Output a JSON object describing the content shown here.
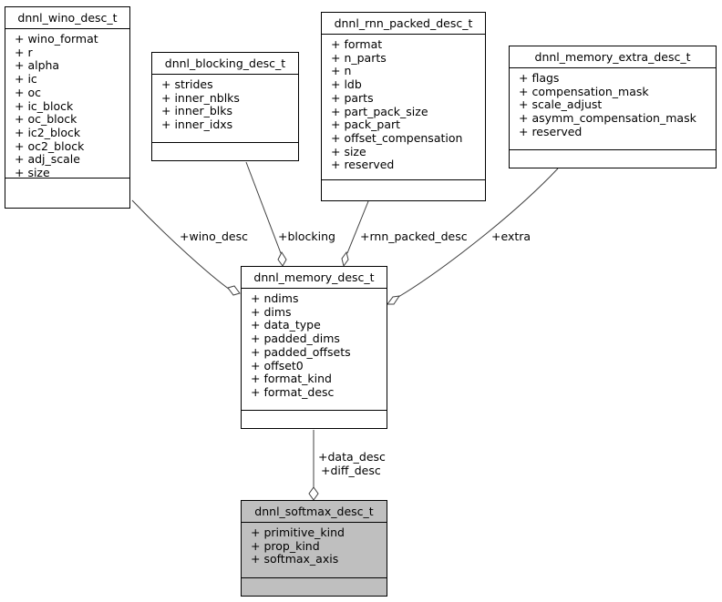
{
  "classes": {
    "wino": {
      "name": "dnnl_wino_desc_t",
      "attributes": [
        "+ wino_format",
        "+ r",
        "+ alpha",
        "+ ic",
        "+ oc",
        "+ ic_block",
        "+ oc_block",
        "+ ic2_block",
        "+ oc2_block",
        "+ adj_scale",
        "+ size"
      ]
    },
    "blocking": {
      "name": "dnnl_blocking_desc_t",
      "attributes": [
        "+ strides",
        "+ inner_nblks",
        "+ inner_blks",
        "+ inner_idxs"
      ]
    },
    "rnn": {
      "name": "dnnl_rnn_packed_desc_t",
      "attributes": [
        "+ format",
        "+ n_parts",
        "+ n",
        "+ ldb",
        "+ parts",
        "+ part_pack_size",
        "+ pack_part",
        "+ offset_compensation",
        "+ size",
        "+ reserved"
      ]
    },
    "extra": {
      "name": "dnnl_memory_extra_desc_t",
      "attributes": [
        "+ flags",
        "+ compensation_mask",
        "+ scale_adjust",
        "+ asymm_compensation_mask",
        "+ reserved"
      ]
    },
    "memory": {
      "name": "dnnl_memory_desc_t",
      "attributes": [
        "+ ndims",
        "+ dims",
        "+ data_type",
        "+ padded_dims",
        "+ padded_offsets",
        "+ offset0",
        "+ format_kind",
        "+ format_desc"
      ]
    },
    "softmax": {
      "name": "dnnl_softmax_desc_t",
      "attributes": [
        "+ primitive_kind",
        "+ prop_kind",
        "+ softmax_axis"
      ]
    }
  },
  "edges": {
    "wino_desc": "+wino_desc",
    "blocking": "+blocking",
    "rnn_packed_desc": "+rnn_packed_desc",
    "extra": "+extra",
    "data_desc": "+data_desc",
    "diff_desc": "+diff_desc"
  }
}
